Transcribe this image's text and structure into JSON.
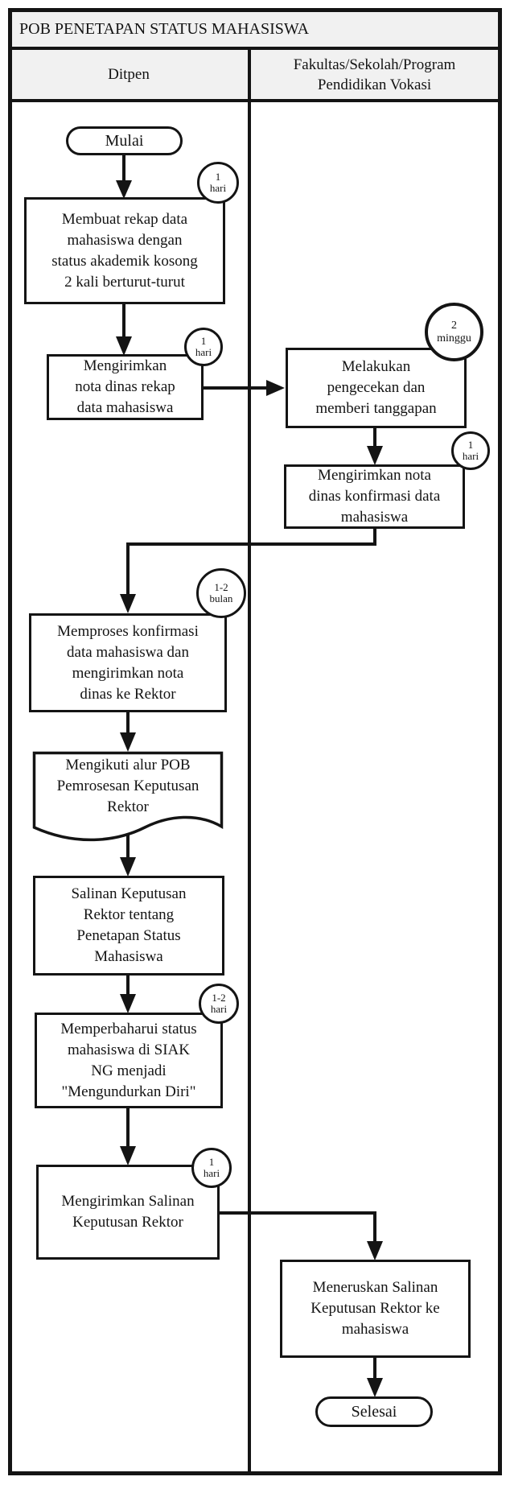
{
  "title": "POB PENETAPAN STATUS MAHASISWA",
  "lanes": {
    "left": "Ditpen",
    "right": [
      "Fakultas/Sekolah/Program",
      "Pendidikan Vokasi"
    ]
  },
  "colors": {
    "line": "#141414",
    "header_bg": "#f1f1f1",
    "node_bg": "#ffffff"
  },
  "nodes": {
    "start": "Mulai",
    "rekap": [
      "Membuat rekap data",
      "mahasiswa dengan",
      "status akademik kosong",
      "2 kali berturut-turut"
    ],
    "nota_rekap": [
      "Mengirimkan",
      "nota dinas rekap",
      "data mahasiswa"
    ],
    "pengecekan": [
      "Melakukan",
      "pengecekan dan",
      "memberi tanggapan"
    ],
    "nota_konfirmasi": [
      "Mengirimkan nota",
      "dinas konfirmasi data",
      "mahasiswa"
    ],
    "memproses": [
      "Memproses konfirmasi",
      "data mahasiswa dan",
      "mengirimkan nota",
      "dinas ke Rektor"
    ],
    "alur_pob": [
      "Mengikuti alur POB",
      "Pemrosesan Keputusan",
      "Rektor"
    ],
    "salinan": [
      "Salinan Keputusan",
      "Rektor tentang",
      "Penetapan Status",
      "Mahasiswa"
    ],
    "memperbaharui": [
      "Memperbaharui status",
      "mahasiswa di SIAK",
      "NG menjadi",
      "\"Mengundurkan Diri\""
    ],
    "mengirimkan_salinan": [
      "Mengirimkan Salinan",
      "Keputusan Rektor"
    ],
    "meneruskan": [
      "Meneruskan Salinan",
      "Keputusan Rektor  ke",
      "mahasiswa"
    ],
    "end": "Selesai"
  },
  "badges": {
    "rekap_time": [
      "1",
      "hari"
    ],
    "nota_rekap_time": [
      "1",
      "hari"
    ],
    "pengecekan_time": [
      "2",
      "minggu"
    ],
    "nota_konfirmasi_time": [
      "1",
      "hari"
    ],
    "memproses_time": [
      "1-2",
      "bulan"
    ],
    "memperbaharui_time": [
      "1-2",
      "hari"
    ],
    "mengirimkan_salinan_time": [
      "1",
      "hari"
    ]
  }
}
